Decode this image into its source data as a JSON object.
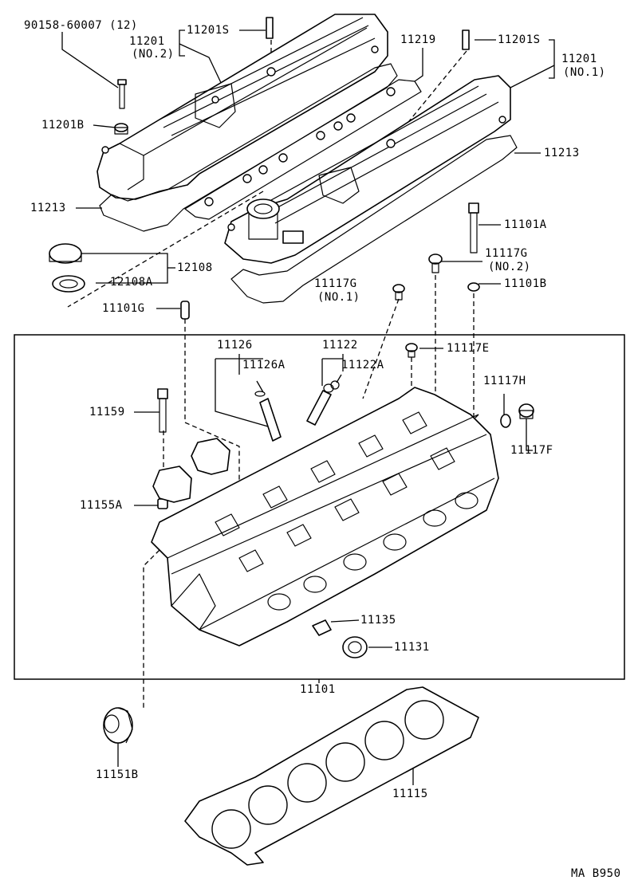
{
  "diagram": {
    "code": "MA B950",
    "parts": {
      "p90158": "90158-60007 (12)",
      "p11201s_left": "11201S",
      "p11201_no2_num": "11201",
      "p11201_no2_sub": "(NO.2)",
      "p11219": "11219",
      "p11201s_right": "11201S",
      "p11201_no1_num": "11201",
      "p11201_no1_sub": "(NO.1)",
      "p11201b": "11201B",
      "p11213_left": "11213",
      "p11213_right": "11213",
      "p11101a": "11101A",
      "p12108": "12108",
      "p12108a": "12108A",
      "p11117g_no2_num": "11117G",
      "p11117g_no2_sub": "(NO.2)",
      "p11117g_no1_num": "11117G",
      "p11117g_no1_sub": "(NO.1)",
      "p11101b": "11101B",
      "p11101g": "11101G",
      "p11126": "11126",
      "p11126a": "11126A",
      "p11122": "11122",
      "p11122a": "11122A",
      "p11117e": "11117E",
      "p11117h": "11117H",
      "p11159": "11159",
      "p11117f": "11117F",
      "p11155a": "11155A",
      "p11135": "11135",
      "p11131": "11131",
      "p11101": "11101",
      "p11151b": "11151B",
      "p11115": "11115"
    }
  }
}
